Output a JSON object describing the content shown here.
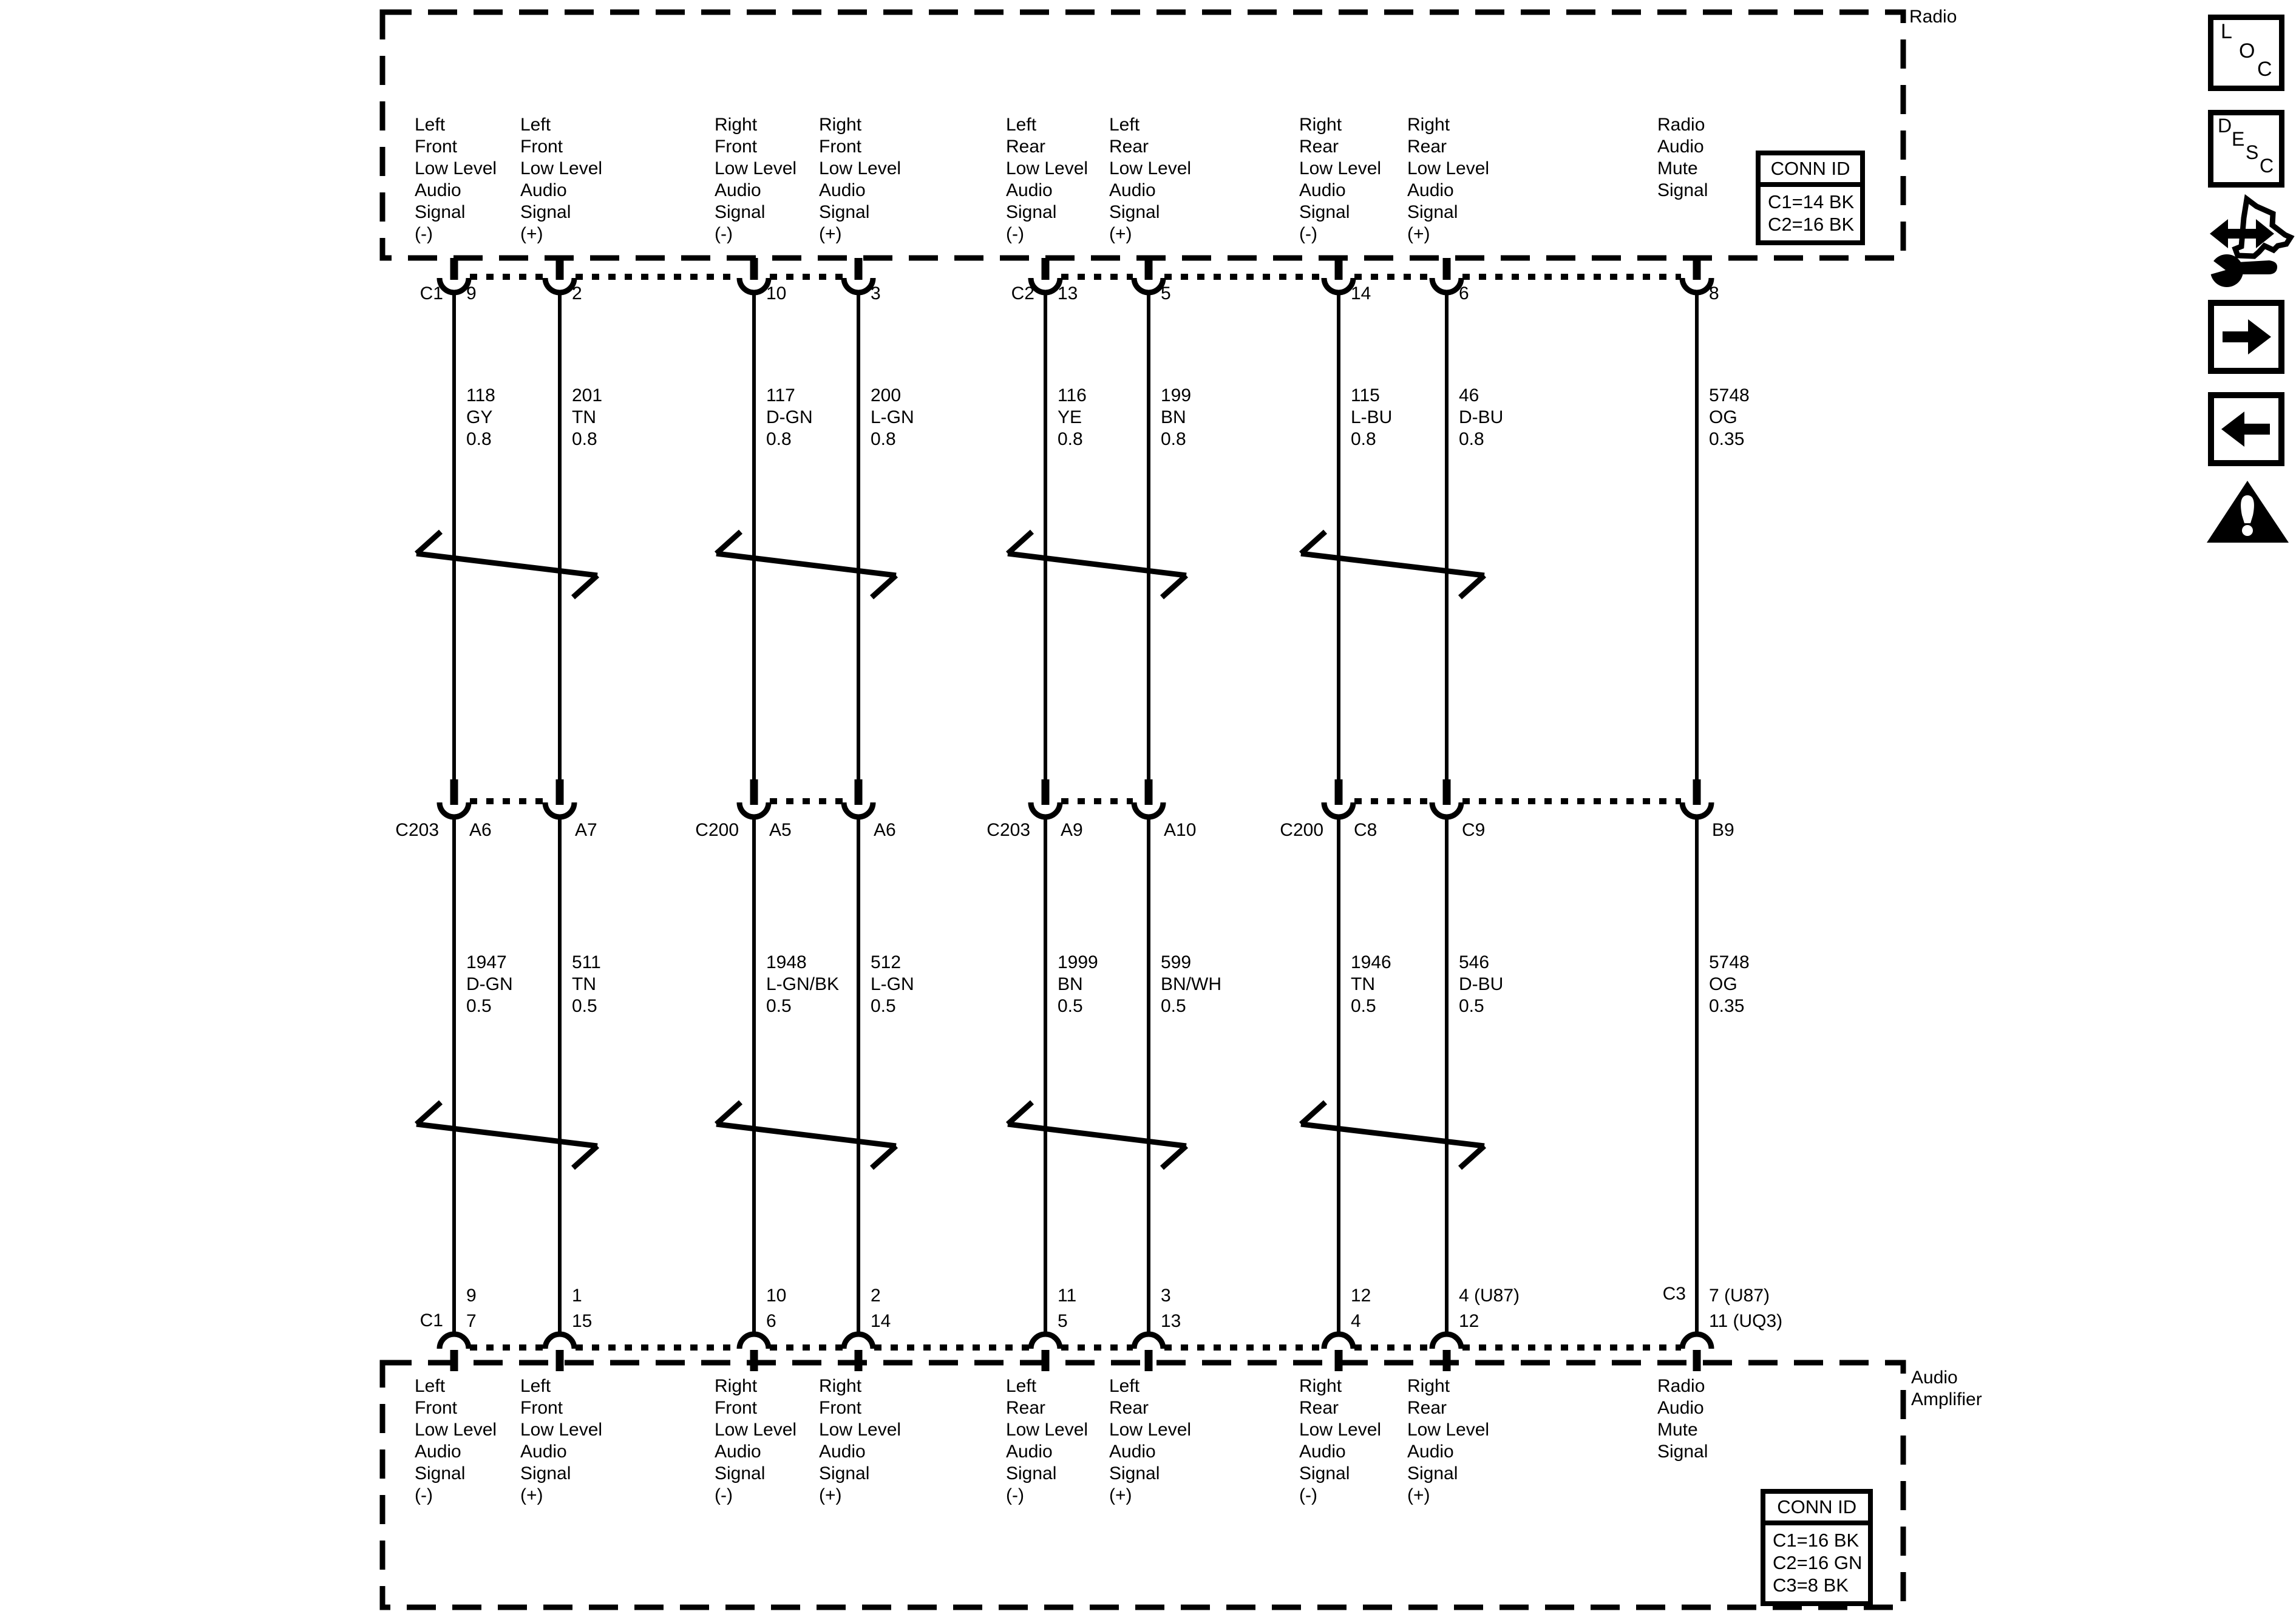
{
  "radio": {
    "label": "Radio",
    "conn_id_title": "CONN ID",
    "conn_id_rows": "C1=14 BK\nC2=16 BK"
  },
  "amplifier": {
    "label": "Audio\nAmplifier",
    "conn_id_title": "CONN ID",
    "conn_id_rows": "C1=16 BK\nC2=16 GN\nC3=8 BK"
  },
  "sidebar": {
    "loc": [
      "L",
      "O",
      "C"
    ],
    "desc": [
      "D",
      "E",
      "S",
      "C"
    ]
  },
  "colors": {
    "ink": "#000000",
    "paper": "#ffffff"
  },
  "wires": [
    {
      "signal": "Left\nFront\nLow Level\nAudio\nSignal\n(-)",
      "radio_conn": "C1",
      "radio_pin": "9",
      "upper_wire": "118\nGY\n0.8",
      "mid_conn": "C203",
      "mid_cavity": "A6",
      "lower_wire": "1947\nD-GN\n0.5",
      "amp_pins": "9\n7",
      "amp_conn": "C1"
    },
    {
      "signal": "Left\nFront\nLow Level\nAudio\nSignal\n(+)",
      "radio_pin": "2",
      "upper_wire": "201\nTN\n0.8",
      "mid_cavity": "A7",
      "lower_wire": "511\nTN\n0.5",
      "amp_pins": "1\n15"
    },
    {
      "signal": "Right\nFront\nLow Level\nAudio\nSignal\n(-)",
      "radio_pin": "10",
      "upper_wire": "117\nD-GN\n0.8",
      "mid_conn": "C200",
      "mid_cavity": "A5",
      "lower_wire": "1948\nL-GN/BK\n0.5",
      "amp_pins": "10\n6"
    },
    {
      "signal": "Right\nFront\nLow Level\nAudio\nSignal\n(+)",
      "radio_pin": "3",
      "upper_wire": "200\nL-GN\n0.8",
      "mid_cavity": "A6",
      "lower_wire": "512\nL-GN\n0.5",
      "amp_pins": "2\n14"
    },
    {
      "signal": "Left\nRear\nLow Level\nAudio\nSignal\n(-)",
      "radio_conn": "C2",
      "radio_pin": "13",
      "upper_wire": "116\nYE\n0.8",
      "mid_conn": "C203",
      "mid_cavity": "A9",
      "lower_wire": "1999\nBN\n0.5",
      "amp_pins": "11\n5"
    },
    {
      "signal": "Left\nRear\nLow Level\nAudio\nSignal\n(+)",
      "radio_pin": "5",
      "upper_wire": "199\nBN\n0.8",
      "mid_cavity": "A10",
      "lower_wire": "599\nBN/WH\n0.5",
      "amp_pins": "3\n13"
    },
    {
      "signal": "Right\nRear\nLow Level\nAudio\nSignal\n(-)",
      "radio_pin": "14",
      "upper_wire": "115\nL-BU\n0.8",
      "mid_conn": "C200",
      "mid_cavity": "C8",
      "lower_wire": "1946\nTN\n0.5",
      "amp_pins": "12\n4"
    },
    {
      "signal": "Right\nRear\nLow Level\nAudio\nSignal\n(+)",
      "radio_pin": "6",
      "upper_wire": "46\nD-BU\n0.8",
      "mid_cavity": "C9",
      "lower_wire": "546\nD-BU\n0.5",
      "amp_pins": "4 (U87)\n12"
    },
    {
      "signal": "Radio\nAudio\nMute\nSignal",
      "radio_pin": "8",
      "upper_wire": "5748\nOG\n0.35",
      "mid_cavity": "B9",
      "lower_wire": "5748\nOG\n0.35",
      "amp_pins": "7 (U87)\n11 (UQ3)",
      "amp_conn": "C3"
    }
  ]
}
